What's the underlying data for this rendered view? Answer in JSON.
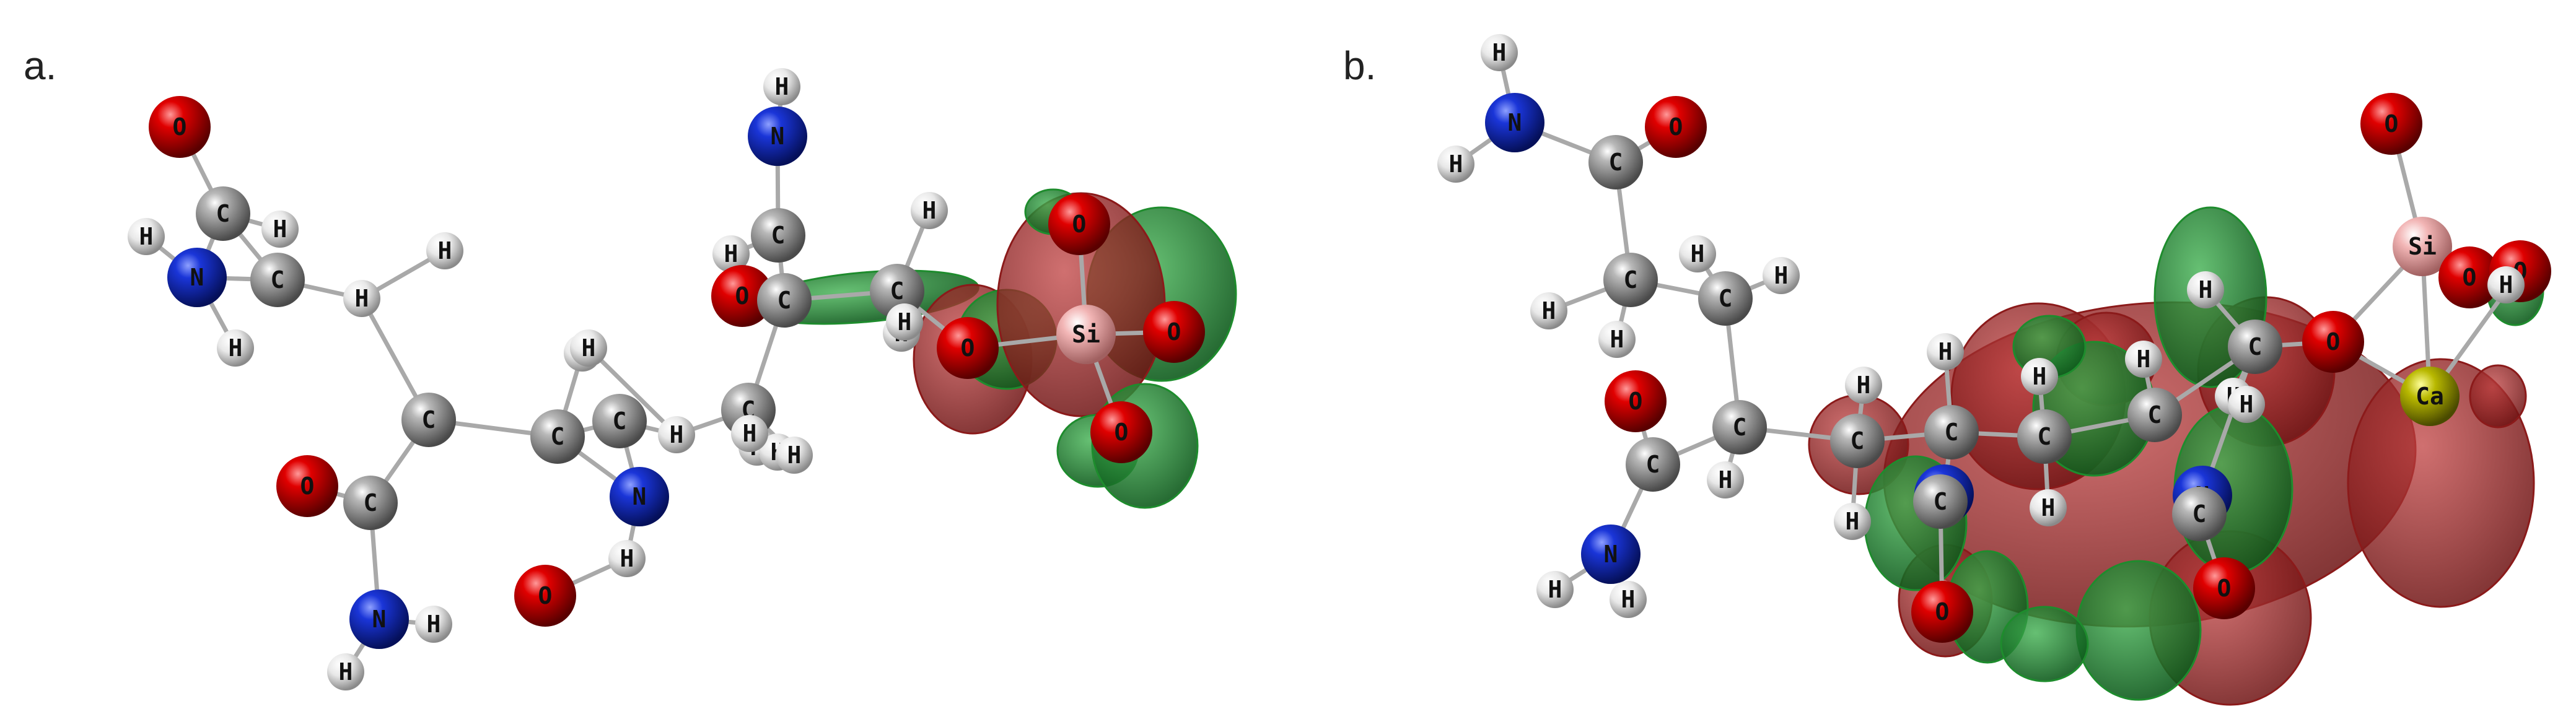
{
  "panels": [
    {
      "id": "a",
      "label": "a.",
      "atoms": [
        {
          "el": "O"
        },
        {
          "el": "C"
        },
        {
          "el": "H"
        },
        {
          "el": "N"
        },
        {
          "el": "H"
        },
        {
          "el": "H"
        },
        {
          "el": "C"
        },
        {
          "el": "H"
        },
        {
          "el": "H"
        },
        {
          "el": "C"
        },
        {
          "el": "O"
        },
        {
          "el": "C"
        },
        {
          "el": "N"
        },
        {
          "el": "H"
        },
        {
          "el": "H"
        },
        {
          "el": "C"
        },
        {
          "el": "H"
        },
        {
          "el": "C"
        },
        {
          "el": "H"
        },
        {
          "el": "N"
        },
        {
          "el": "H"
        },
        {
          "el": "O"
        },
        {
          "el": "H"
        },
        {
          "el": "C"
        },
        {
          "el": "H"
        },
        {
          "el": "H"
        },
        {
          "el": "H"
        },
        {
          "el": "H"
        },
        {
          "el": "N"
        },
        {
          "el": "H"
        },
        {
          "el": "C"
        },
        {
          "el": "H"
        },
        {
          "el": "O"
        },
        {
          "el": "C"
        },
        {
          "el": "C"
        },
        {
          "el": "H"
        },
        {
          "el": "H"
        },
        {
          "el": "H"
        },
        {
          "el": "O"
        },
        {
          "el": "Si"
        },
        {
          "el": "O"
        },
        {
          "el": "O"
        },
        {
          "el": "O"
        }
      ]
    },
    {
      "id": "b",
      "label": "b.",
      "atoms": [
        {
          "el": "H"
        },
        {
          "el": "N"
        },
        {
          "el": "H"
        },
        {
          "el": "O"
        },
        {
          "el": "C"
        },
        {
          "el": "C"
        },
        {
          "el": "H"
        },
        {
          "el": "H"
        },
        {
          "el": "C"
        },
        {
          "el": "H"
        },
        {
          "el": "H"
        },
        {
          "el": "O"
        },
        {
          "el": "C"
        },
        {
          "el": "C"
        },
        {
          "el": "H"
        },
        {
          "el": "N"
        },
        {
          "el": "H"
        },
        {
          "el": "H"
        },
        {
          "el": "C"
        },
        {
          "el": "H"
        },
        {
          "el": "H"
        },
        {
          "el": "C"
        },
        {
          "el": "H"
        },
        {
          "el": "N"
        },
        {
          "el": "C"
        },
        {
          "el": "O"
        },
        {
          "el": "H"
        },
        {
          "el": "C"
        },
        {
          "el": "H"
        },
        {
          "el": "H"
        },
        {
          "el": "C"
        },
        {
          "el": "H"
        },
        {
          "el": "C"
        },
        {
          "el": "H"
        },
        {
          "el": "H"
        },
        {
          "el": "N"
        },
        {
          "el": "C"
        },
        {
          "el": "O"
        },
        {
          "el": "O"
        },
        {
          "el": "Si"
        },
        {
          "el": "O"
        },
        {
          "el": "O"
        },
        {
          "el": "O"
        },
        {
          "el": "Ca"
        },
        {
          "el": "H"
        }
      ]
    }
  ],
  "colors": {
    "C": "#8c8c8c",
    "H": "#e6e6e6",
    "N": "#1428c8",
    "O": "#dc0000",
    "Si": "#f0b4b4",
    "Ca": "#b4b400",
    "orbital_negative": "#8b1a1a",
    "orbital_positive": "#1e8c2d"
  }
}
